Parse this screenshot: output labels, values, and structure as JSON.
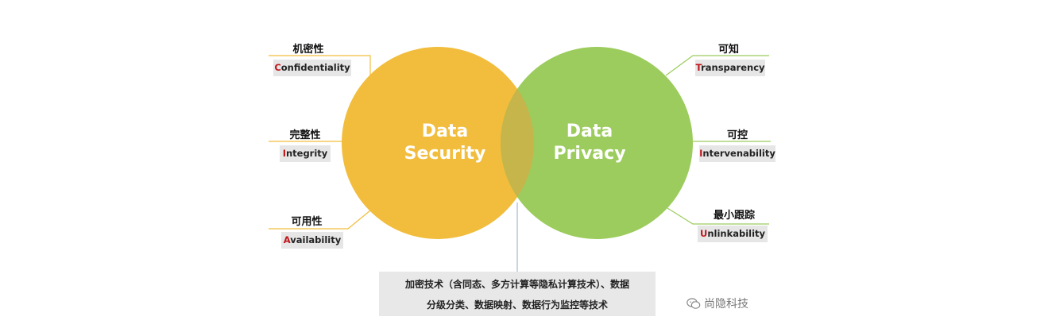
{
  "left_circle": {
    "label": "Data\nSecurity",
    "color": "#f2bd3c"
  },
  "right_circle": {
    "label": "Data\nPrivacy",
    "color": "#9ccc5d"
  },
  "overlap_color": "#c6b54a",
  "left_items": [
    {
      "zh": "机密性",
      "en_initial": "C",
      "en_rest": "onfidentiality"
    },
    {
      "zh": "完整性",
      "en_initial": "I",
      "en_rest": "ntegrity"
    },
    {
      "zh": "可用性",
      "en_initial": "A",
      "en_rest": "vailability"
    }
  ],
  "right_items": [
    {
      "zh": "可知",
      "en_initial": "T",
      "en_rest": "ransparency"
    },
    {
      "zh": "可控",
      "en_initial": "I",
      "en_rest": "ntervenability"
    },
    {
      "zh": "最小跟踪",
      "en_initial": "U",
      "en_rest": "nlinkability"
    }
  ],
  "bottom_box": {
    "line1": "加密技术（含同态、多方计算等隐私计算技术）、数据",
    "line2": "分级分类、数据映射、数据行为监控等技术"
  },
  "watermark": {
    "icon": "wechat-icon",
    "text": "尚隐科技"
  }
}
